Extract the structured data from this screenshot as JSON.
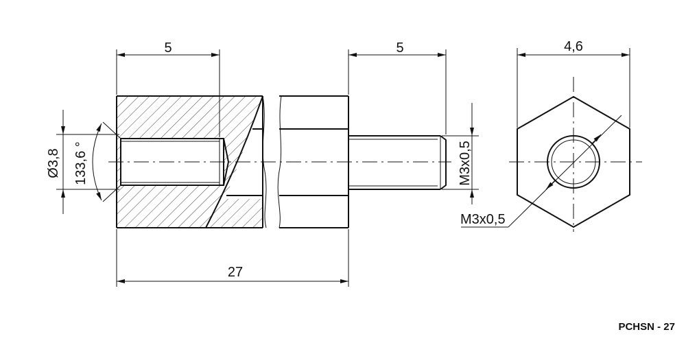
{
  "drawing": {
    "part_code": "PCHSN - 27",
    "dimensions": {
      "female_thread_depth": "5",
      "male_thread_length": "5",
      "hex_across_flats": "4,6",
      "overall_length": "27",
      "bore_diameter": "Ø3,8",
      "countersink_angle": "133,6 °",
      "male_thread": "M3x0,5",
      "female_thread": "M3x0,5"
    }
  }
}
